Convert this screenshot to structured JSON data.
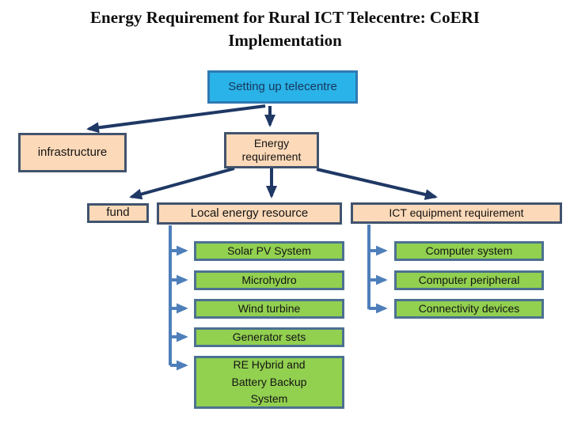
{
  "slide": {
    "title_line1": "Energy Requirement for Rural ICT Telecentre: CoERI",
    "title_line2": "Implementation"
  },
  "nodes": {
    "root": "Setting up telecentre",
    "infrastructure": "infrastructure",
    "energy_requirement": "Energy requirement",
    "fund": "fund",
    "local_energy_resource": "Local energy resource",
    "ict_equipment_requirement": "ICT equipment requirement"
  },
  "energy_sources": [
    "Solar PV System",
    "Microhydro",
    "Wind turbine",
    "Generator sets",
    "RE Hybrid and Battery Backup System"
  ],
  "ict_equipment": [
    "Computer system",
    "Computer peripheral",
    "Connectivity devices"
  ],
  "colors": {
    "root_fill": "#2ab3e8",
    "root_border": "#2f79b3",
    "root_text": "#17375d",
    "branch_fill": "#fcd9b8",
    "branch_border": "#41536e",
    "leaf_fill": "#92d050",
    "leaf_border": "#4c7191",
    "arrow_dark": "#1f3864",
    "arrow_light": "#4e7fba",
    "title_text": "#0d0d0d"
  }
}
